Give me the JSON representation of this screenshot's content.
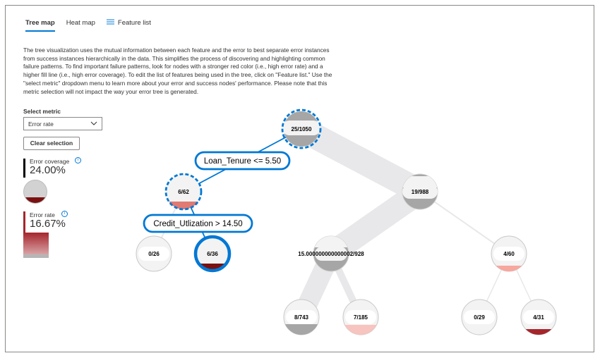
{
  "tabs": {
    "tree_map": "Tree map",
    "heat_map": "Heat map",
    "feature_list": "Feature list"
  },
  "description": "The tree visualization uses the mutual information between each feature and the error to best separate error instances from success instances hierarchically in the data. This simplifies the process of discovering and highlighting common failure patterns. To find important failure patterns, look for nodes with a stronger red color (i.e., high error rate) and a higher fill line (i.e., high error coverage). To edit the list of features being used in the tree, click on \"Feature list.\" Use the \"select metric\" dropdown menu to learn more about your error and success nodes' performance. Please note that this metric selection will not impact the way your error tree is generated.",
  "metric": {
    "label": "Select metric",
    "selected": "Error rate"
  },
  "clear_button": "Clear selection",
  "legend": {
    "coverage_label": "Error coverage",
    "coverage_value": "24.00%",
    "coverage_fill": 0.24,
    "rate_label": "Error rate",
    "rate_value": "16.67%"
  },
  "tree": {
    "nodes": {
      "root": "25/1050",
      "n_left": "6/62",
      "n_right": "19/988",
      "ll": "0/26",
      "lr": "6/36",
      "rl": "15.000000000000002/928",
      "rr": "4/60",
      "rll": "8/743",
      "rlr": "7/185",
      "rrl": "0/29",
      "rrr": "4/31"
    },
    "conditions": {
      "c1": "Loan_Tenure <= 5.50",
      "c2": "Credit_Utlization > 14.50"
    }
  },
  "colors": {
    "accent": "#0078d4",
    "error_dark": "#7a1111",
    "error_mid": "#e07a72",
    "error_light": "#f8c4bf",
    "node_grey": "#a6a6a6"
  }
}
